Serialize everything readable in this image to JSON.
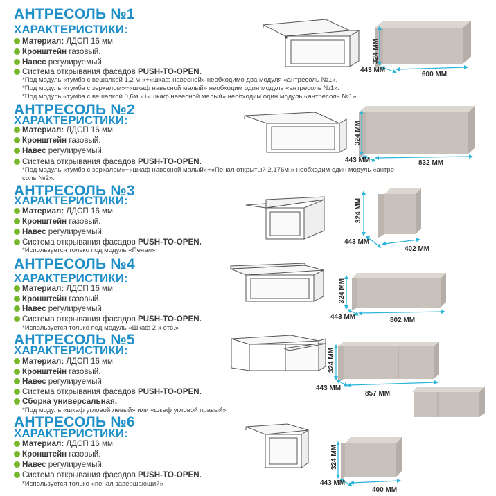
{
  "colors": {
    "title": "#1f8fc9",
    "bullet": "#77b72a",
    "box_front": "#c8c1bc",
    "box_top": "#dcd6d1",
    "box_side": "#b5aea8",
    "dim_line": "#2bb5d8"
  },
  "labels": {
    "characteristics": "ХАРАКТЕРИСТИКИ:",
    "material_key": "Материал:",
    "material_val": " ЛДСП 16 мм.",
    "bracket_key": "Кронштейн",
    "bracket_val": " газовый.",
    "hinge_key": "Навес",
    "hinge_val": " регулируемый.",
    "system_val": "Система открывания фасадов ",
    "system_key": "PUSH-TO-OPEN.",
    "assembly_key": "Сборка универсальная.",
    "height": "324 ММ",
    "depth": "443 ММ"
  },
  "sections": [
    {
      "title": "АНТРЕСОЛЬ №1",
      "width": "600 ММ",
      "notes": [
        "*Под модуль «тумба с вешалкой 1,2 м.»+«шкаф навесной» необходимо два модуля «антресоль №1».",
        "*Под модуль «тумба с зеркалом»+«шкаф навесной малый» необходим один модуль «антресоль №1».",
        "*Под модуль «тумба с вешалкой 0,6м.»+«шкаф навесной малый» необходим один модуль «антресоль №1»."
      ]
    },
    {
      "title": "АНТРЕСОЛЬ №2",
      "width": "832 ММ",
      "notes": [
        "*Под модуль «тумба с зеркалом»+«шкаф навесной малый»+«Пенал открытый 2,176м.» необходим один модуль «антре-",
        "соль №2»."
      ]
    },
    {
      "title": "АНТРЕСОЛЬ №3",
      "width": "402 ММ",
      "notes": [
        "*Используется только под  модуль «Пенал»"
      ]
    },
    {
      "title": "АНТРЕСОЛЬ №4",
      "width": "802 ММ",
      "notes": [
        "*Используется только под  модуль «Шкаф 2-х ств.»"
      ]
    },
    {
      "title": "АНТРЕСОЛЬ №5",
      "width": "857 ММ",
      "notes": [
        "*Под модуль «шкаф угловой левый» или «шкаф угловой правый»"
      ]
    },
    {
      "title": "АНТРЕСОЛЬ №6",
      "width": "400 ММ",
      "notes": [
        "*Используется только «пенал завершающий»"
      ]
    }
  ]
}
